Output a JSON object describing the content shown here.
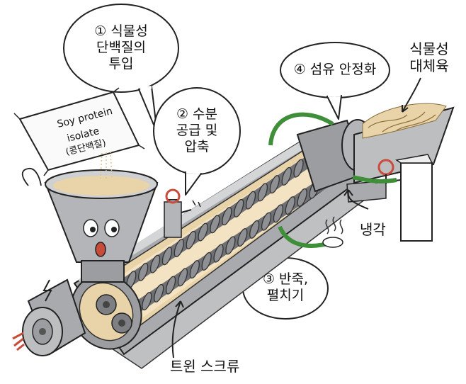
{
  "bubbles": {
    "step1": [
      "① 식물성",
      "단백질의",
      "투입"
    ],
    "step2": [
      "② 수분",
      "공급 및",
      "압축"
    ],
    "step3": [
      "③ 반죽,",
      "펼치기"
    ],
    "step4": [
      "④ 섬유 안정화"
    ]
  },
  "labels": {
    "product": [
      "식물성",
      "대체육"
    ],
    "cooling": "냉각",
    "screw": "트윈 스크류"
  },
  "bag": {
    "line1": "Soy protein",
    "line2": "isolate",
    "line3": "(콩단백질)"
  },
  "colors": {
    "metal": "#a9aaad",
    "metal_dark": "#7d7f83",
    "powder": "#e9d3a8",
    "green_pipe": "#3f8f3a",
    "valve_red": "#c94b3a"
  }
}
